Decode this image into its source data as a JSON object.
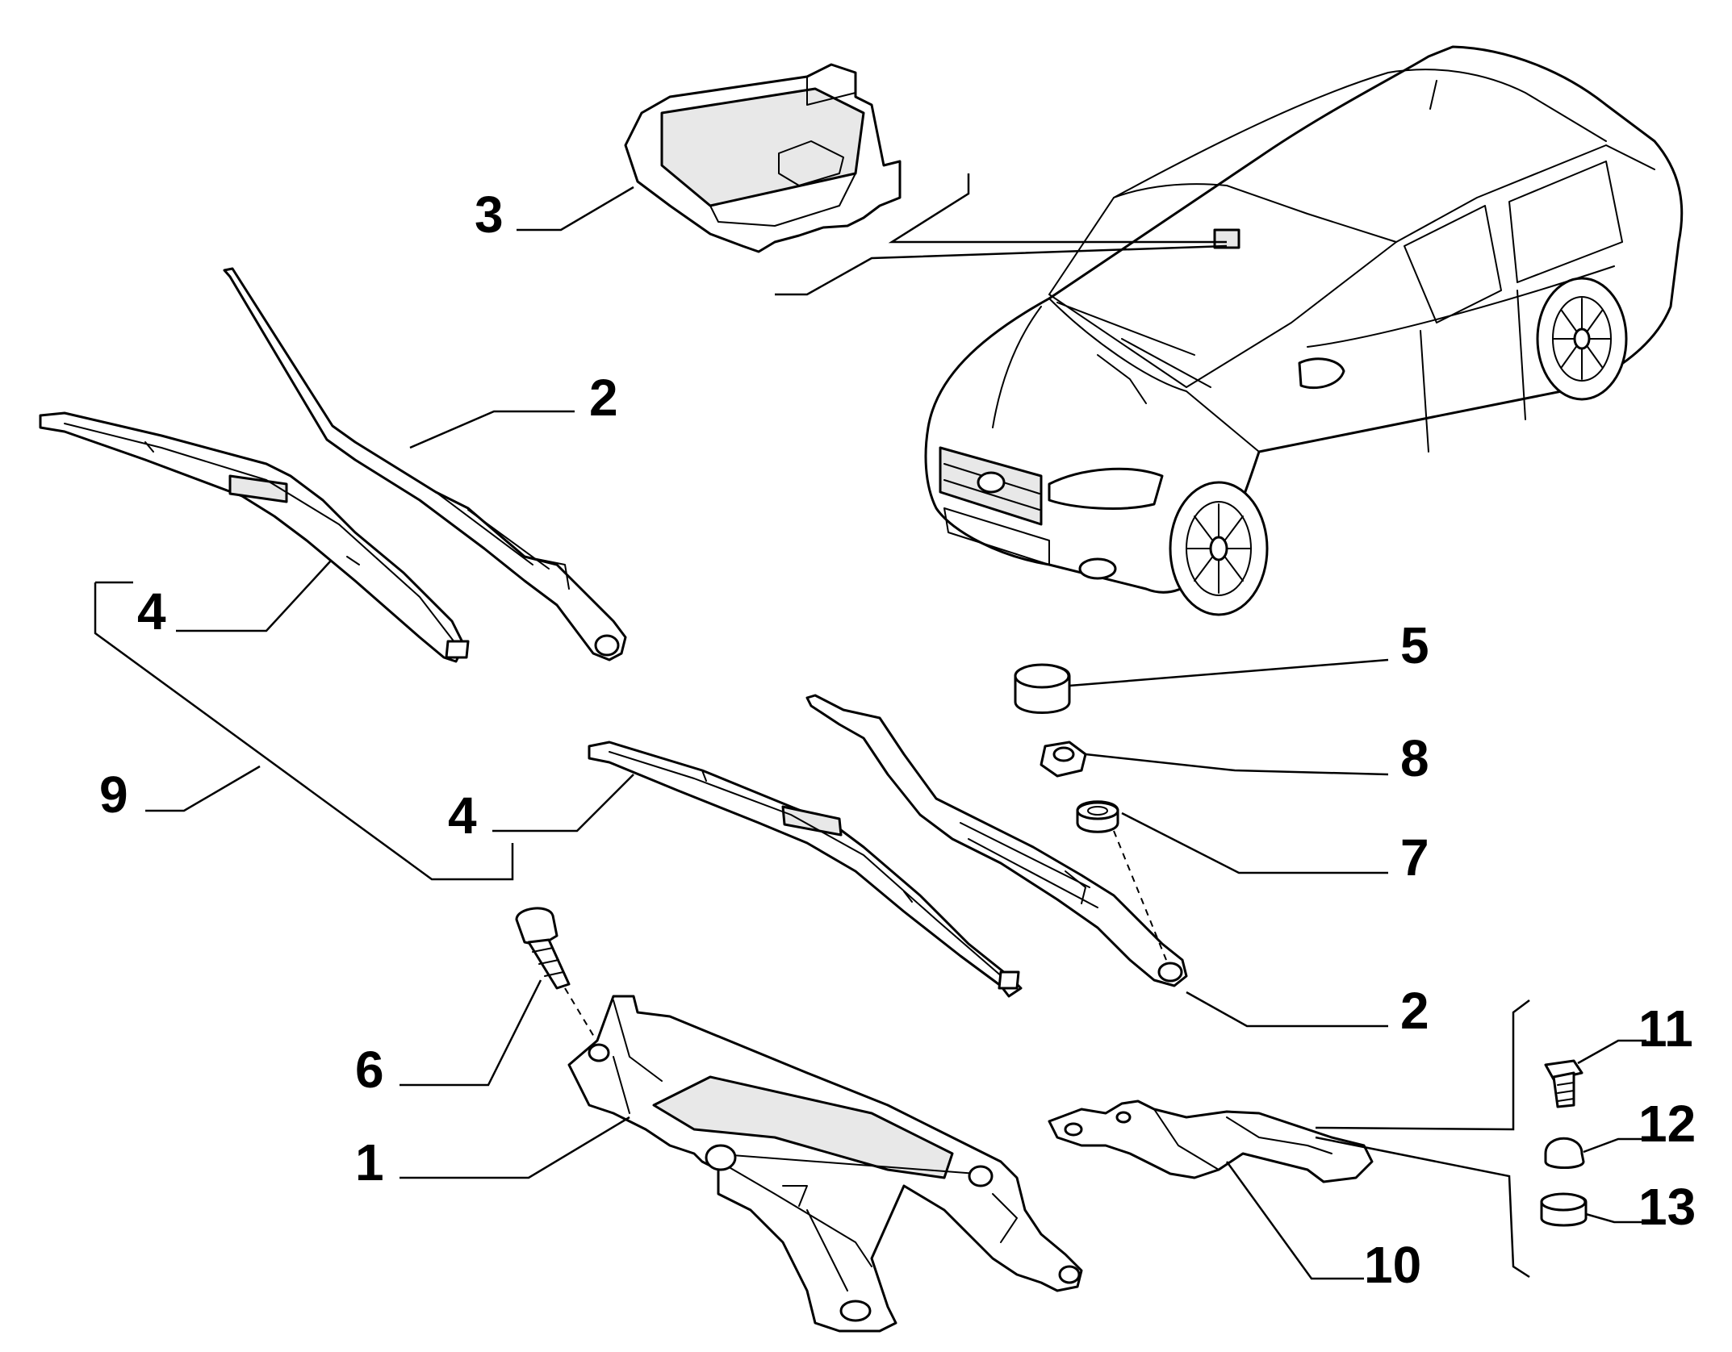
{
  "labels": {
    "l1": "1",
    "l2a": "2",
    "l2b": "2",
    "l3": "3",
    "l4a": "4",
    "l4b": "4",
    "l5": "5",
    "l6": "6",
    "l7": "7",
    "l8": "8",
    "l9": "9",
    "l10": "10",
    "l11": "11",
    "l12": "12",
    "l13": "13"
  }
}
